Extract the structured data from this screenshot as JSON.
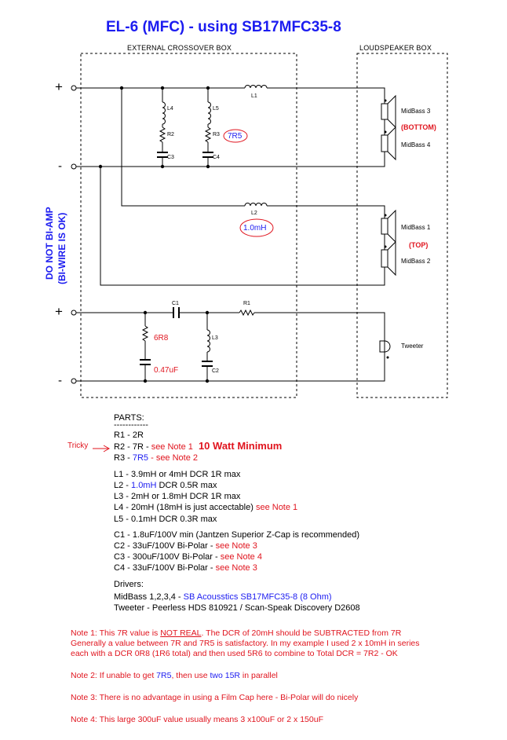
{
  "title": "EL-6 (MFC) - using SB17MFC35-8",
  "boxes": {
    "external": "EXTERNAL CROSSOVER BOX",
    "loudspeaker": "LOUDSPEAKER BOX"
  },
  "side_note": {
    "line1": "DO NOT BI-AMP",
    "line2": "(BI-WIRE IS OK)"
  },
  "terminals": {
    "plus": "+",
    "minus": "-"
  },
  "components": {
    "L1": "L1",
    "L2": "L2",
    "L3": "L3",
    "L4": "L4",
    "L5": "L5",
    "R1": "R1",
    "R2": "R2",
    "R3": "R3",
    "C1": "C1",
    "C2": "C2",
    "C3": "C3",
    "C4": "C4"
  },
  "annotations": {
    "r3_value": "7R5",
    "l2_value": "1.0mH",
    "shunt_r": "6R8",
    "shunt_c": "0.47uF"
  },
  "drivers": {
    "midbass3": "MidBass 3",
    "midbass4": "MidBass 4",
    "bottom": "(BOTTOM)",
    "midbass1": "MidBass 1",
    "midbass2": "MidBass 2",
    "top": "(TOP)",
    "tweeter": "Tweeter"
  },
  "parts": {
    "header": "PARTS:",
    "rule": "------------",
    "tricky": "Tricky",
    "r1": "R1 - 2R",
    "r2_a": "R2 - 7R - ",
    "r2_b": "see Note 1",
    "r2_c": "10 Watt Minimum",
    "r3_a": "R3 - ",
    "r3_b": "7R5",
    "r3_c": "- see Note 2",
    "l1": "L1 - 3.9mH or 4mH DCR 1R max",
    "l2_a": "L2 - ",
    "l2_b": "1.0mH",
    "l2_c": " DCR 0.5R max",
    "l3": "L3 - 2mH or 1.8mH DCR 1R max",
    "l4_a": "L4 - 20mH (18mH is just accectable) ",
    "l4_b": "see Note 1",
    "l5": "L5 - 0.1mH DCR 0.3R max",
    "c1": "C1 - 1.8uF/100V min (Jantzen Superior Z-Cap is recommended)",
    "c2_a": "C2 - 33uF/100V Bi-Polar - ",
    "c2_b": "see Note 3",
    "c3_a": "C3 - 300uF/100V Bi-Polar - ",
    "c3_b": "see Note 4",
    "c4_a": "C4 - 33uF/100V Bi-Polar - ",
    "c4_b": "see Note 3",
    "drivers_header": "Drivers:",
    "midbass_a": "MidBass 1,2,3,4 - ",
    "midbass_b": "SB Acousstics SB17MFC35-8 (8 Ohm)",
    "tweeter": "Tweeter - Peerless HDS 810921 / Scan-Speak Discovery D2608"
  },
  "notes": {
    "n1_a": "Note 1: This 7R value is ",
    "n1_b": "NOT REAL",
    "n1_c": ". The DCR of 20mH should be SUBTRACTED from 7R",
    "n1_line2": "Generally a value between 7R and 7R5 is satisfactory. In my example I used 2 x 10mH in series",
    "n1_line3": "each with a DCR 0R8 (1R6 total) and then used 5R6 to combine to Total DCR = 7R2 - OK",
    "n2_a": "Note 2: If unable to get ",
    "n2_b": "7R5",
    "n2_c": ", then use ",
    "n2_d": "two 15R",
    "n2_e": " in parallel",
    "n3": "Note 3: There is no advantage in using a Film Cap here - Bi-Polar will do nicely",
    "n4": "Note 4: This large 300uF value usually means 3 x100uF or 2 x 150uF"
  },
  "colors": {
    "blue": "#1c1cf0",
    "red": "#e0141e"
  }
}
